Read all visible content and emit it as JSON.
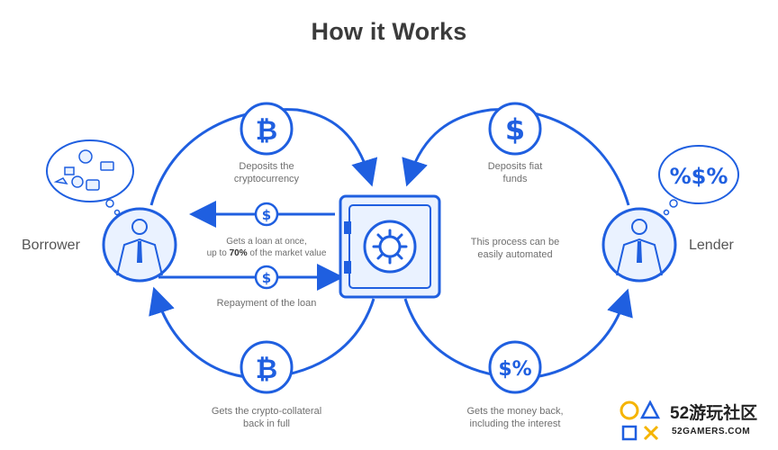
{
  "title": "How it Works",
  "borrower_label": "Borrower",
  "lender_label": "Lender",
  "steps": {
    "deposit_crypto": "Deposits the\ncryptocurrency",
    "loan_prefix": "Gets a loan at once,",
    "loan_mid": "up to ",
    "loan_pct": "70%",
    "loan_suffix": " of the market value",
    "repayment": "Repayment of the loan",
    "collateral_back": "Gets the crypto-collateral\nback in full",
    "deposit_fiat": "Deposits fiat\nfunds",
    "automated": "This process can be\neasily automated",
    "money_back": "Gets the money back,\nincluding the interest"
  },
  "icons": {
    "bitcoin": "₿",
    "dollar": "$",
    "dollar_percent": "$%",
    "lender_bubble": "%$%"
  },
  "watermark": {
    "brand": "52游玩社区",
    "domain": "52GAMERS.COM"
  },
  "colors": {
    "accent": "#1f5fe0",
    "light_blue": "#eaf2ff",
    "text": "#6f6f6f",
    "title": "#3b3b3b",
    "watermark_yellow": "#f5b400"
  }
}
